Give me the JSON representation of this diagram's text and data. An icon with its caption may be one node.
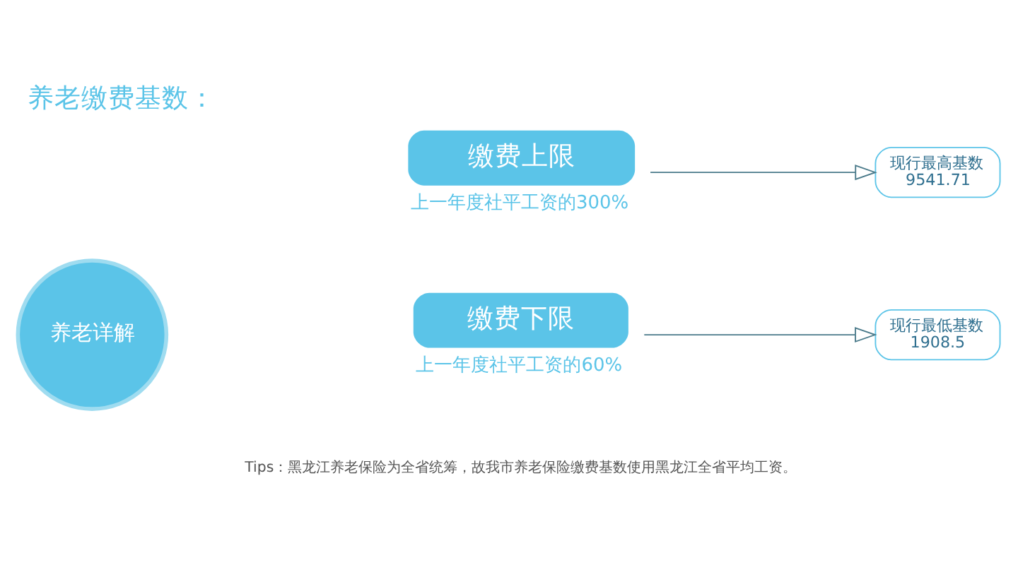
{
  "diagram": {
    "title": "养老缴费基数：",
    "nodes": [
      {
        "text": [
          "养老详解"
        ]
      },
      {
        "text": [
          "缴费上限"
        ],
        "beside": [
          "上一年度社平工资的300%"
        ]
      },
      {
        "text": [
          "现行最高基数",
          "9541.71"
        ]
      },
      {
        "text": [
          "缴费下限"
        ],
        "beside": [
          "上一年度社平工资的60%"
        ]
      },
      {
        "text": [
          "现行最低基数",
          "1908.5"
        ]
      }
    ],
    "edges": [
      {
        "from": 1,
        "to": 2,
        "arrow": "to"
      },
      {
        "from": 3,
        "to": 4,
        "arrow": "to"
      }
    ],
    "labels": [
      "Tips：黑龙江养老保险为全省统筹，故我市养老保险缴费基数使用黑龙江全省平均工资。"
    ]
  }
}
